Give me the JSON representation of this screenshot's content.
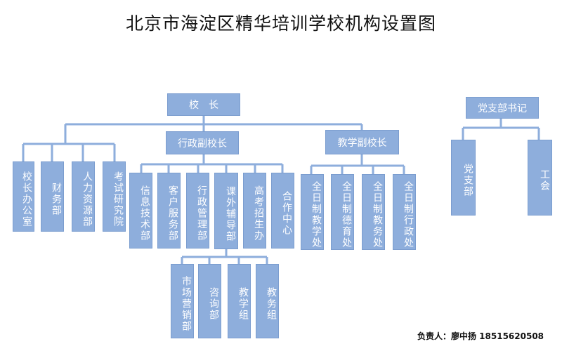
{
  "title": "北京市海淀区精华培训学校机构设置图",
  "org": {
    "principal": "校　长",
    "vice_admin": "行政副校长",
    "vice_teaching": "教学副校长",
    "direct_depts": [
      "校长办公室",
      "财务部",
      "人力资源部",
      "考试研究院"
    ],
    "admin_depts": [
      "信息技术部",
      "客户服务部",
      "行政管理部",
      "课外辅导部",
      "高考招生办",
      "合作中心"
    ],
    "tutoring_depts": [
      "市场营销部",
      "咨询部",
      "教学组",
      "教务组"
    ],
    "teaching_depts": [
      "全日制教学处",
      "全日制德育处",
      "全日制教务处",
      "全日制行政处"
    ],
    "party_secretary": "党支部书记",
    "party_depts": [
      "党支部",
      "工会"
    ]
  },
  "footer": "负责人：廖中扬 18515620508",
  "colors": {
    "box_fill": "#8eaedc",
    "line": "#8eaedc"
  }
}
